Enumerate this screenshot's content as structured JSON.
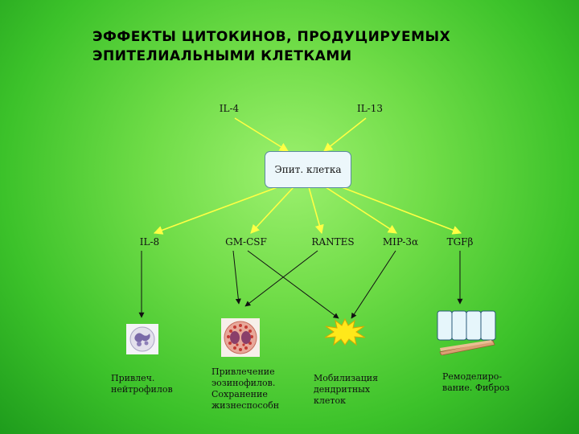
{
  "title": {
    "line1": "ЭФФЕКТЫ ЦИТОКИНОВ, ПРОДУЦИРУЕМЫХ",
    "line2": "ЭПИТЕЛИАЛЬНЫМИ КЛЕТКАМИ"
  },
  "inputs": {
    "il4": "IL-4",
    "il13": "IL-13"
  },
  "center_cell": "Эпит. клетка",
  "cytokines": {
    "il8": "IL-8",
    "gmcsf": "GM-CSF",
    "rantes": "RANTES",
    "mip3a": "MIP-3α",
    "tgfb": "TGFβ"
  },
  "outcomes": {
    "neutrophils": [
      "Привлеч.",
      "нейтрофилов"
    ],
    "eosinophils": [
      "Привлечение",
      "эозинофилов.",
      "Сохранение",
      "жизнеспособн"
    ],
    "dendritic": [
      "Мобилизация",
      "дендритных",
      "клеток"
    ],
    "remodeling": [
      "Ремоделиро-",
      "вание. Фиброз"
    ]
  },
  "icons": {
    "neutrophil": "neutrophil-cell-icon",
    "eosinophil": "eosinophil-cell-icon",
    "dendritic": "dendritic-cell-star-icon",
    "epithelium": "epithelium-fibrosis-icon"
  },
  "colors": {
    "yellow_arrow": "#ffff44",
    "dark_arrow": "#111111",
    "cell_box_fill": "#ecf7fb"
  }
}
